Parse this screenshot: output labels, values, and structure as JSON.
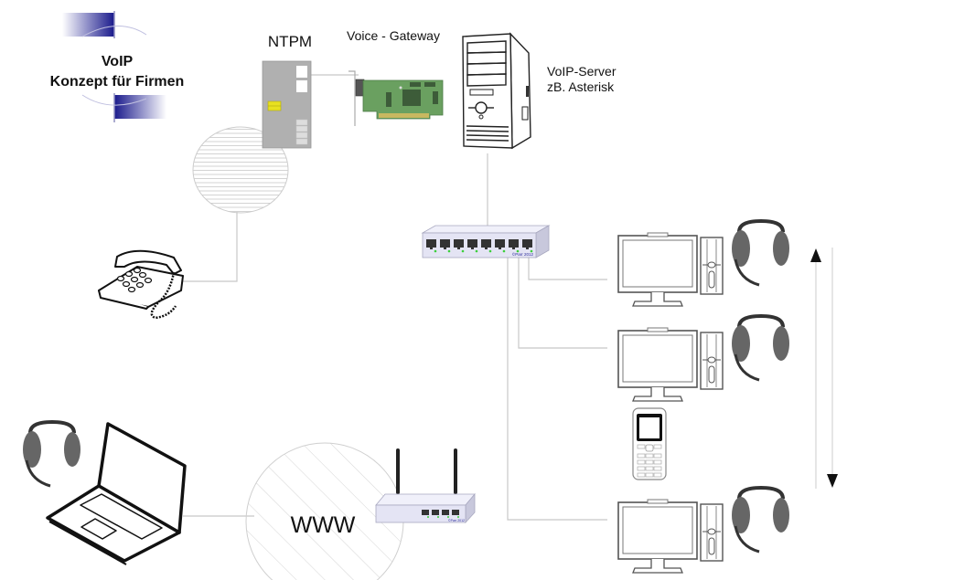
{
  "title": {
    "line1": "VoIP",
    "line2": "Konzept für Firmen",
    "logo_color": "#1a1a8c"
  },
  "labels": {
    "ntpm": "NTPM",
    "voice_gateway": "Voice - Gateway",
    "voip_server_line1": "VoIP-Server",
    "voip_server_line2": "zB. Asterisk",
    "www": "WWW",
    "switch_copyright": "©Parr 2012",
    "router_copyright": "©Parr 2012"
  },
  "nodes": [
    {
      "id": "ntpm",
      "type": "ntpm-box",
      "label": "NTPM"
    },
    {
      "id": "gateway",
      "type": "voice-gateway-card",
      "label": "Voice - Gateway"
    },
    {
      "id": "server",
      "type": "pc-tower",
      "label": "VoIP-Server zB. Asterisk"
    },
    {
      "id": "pstn",
      "type": "cloud-horizontal-hatch"
    },
    {
      "id": "phone",
      "type": "desk-phone"
    },
    {
      "id": "switch",
      "type": "network-switch",
      "ports": 8
    },
    {
      "id": "ws1",
      "type": "workstation-with-headset"
    },
    {
      "id": "ws2",
      "type": "workstation-with-headset"
    },
    {
      "id": "mobile",
      "type": "mobile-phone"
    },
    {
      "id": "ws3",
      "type": "workstation-with-headset"
    },
    {
      "id": "internet",
      "type": "cloud-diagonal-hatch",
      "label": "WWW"
    },
    {
      "id": "router",
      "type": "wifi-router",
      "ports": 4
    },
    {
      "id": "laptop",
      "type": "laptop-with-headset"
    }
  ],
  "edges": [
    {
      "from": "ntpm",
      "to": "gateway"
    },
    {
      "from": "server",
      "to": "switch"
    },
    {
      "from": "pstn",
      "to": "phone"
    },
    {
      "from": "switch",
      "to": "ws1"
    },
    {
      "from": "switch",
      "to": "ws2"
    },
    {
      "from": "switch",
      "to": "ws3"
    },
    {
      "from": "laptop",
      "to": "internet"
    },
    {
      "from": "internet",
      "to": "router"
    }
  ],
  "colors": {
    "line": "#c8c8c8",
    "ntpm_body": "#b0b0b0",
    "chip": "#e8e020",
    "pcb": "#6aa060",
    "switch_body": "#e4e4f4",
    "port_led": "#3ccf3c",
    "headset": "#666666"
  }
}
